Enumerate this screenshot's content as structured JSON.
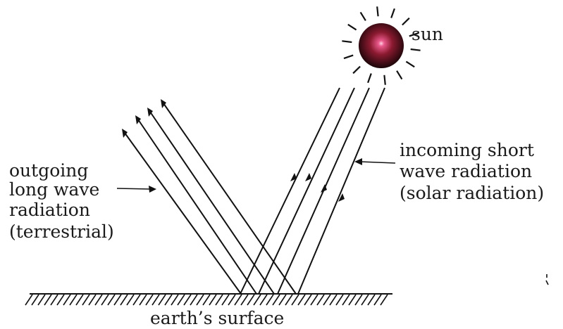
{
  "labels": {
    "sun": "sun",
    "incoming": [
      "incoming short",
      "wave radiation",
      "(solar radiation)"
    ],
    "outgoing": [
      "outgoing",
      "long wave",
      "radiation",
      "(terrestrial)"
    ],
    "surface": "earth’s surface"
  },
  "colors": {
    "ink": "#111111",
    "sun_core": "#e8588a",
    "sun_mid": "#8b1a30",
    "sun_edge": "#1a0508"
  }
}
